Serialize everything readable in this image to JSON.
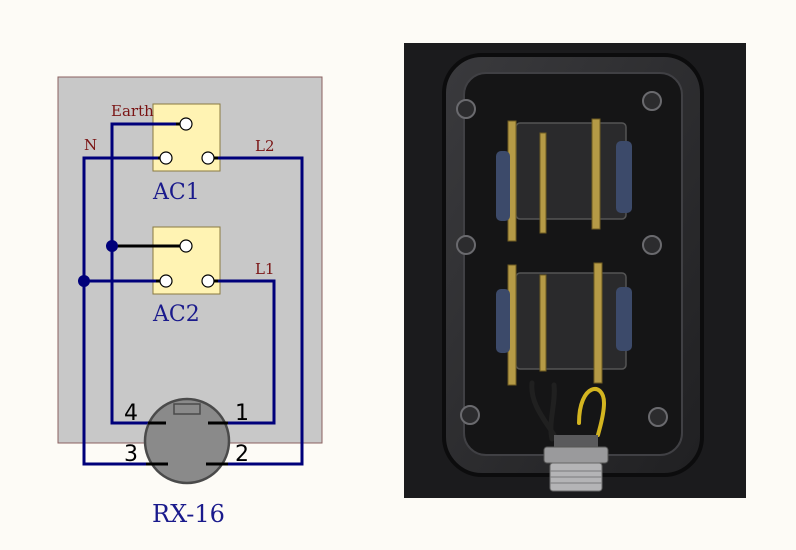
{
  "schematic": {
    "labels": {
      "earth": "Earth",
      "neutral": "N",
      "l2": "L2",
      "l1": "L1",
      "ac1": "AC1",
      "ac2": "AC2",
      "connector": "RX-16"
    },
    "pins": {
      "p1": "1",
      "p2": "2",
      "p3": "3",
      "p4": "4"
    }
  },
  "photo": {
    "description_icons": [
      "enclosure-photo"
    ]
  },
  "colors": {
    "wire": "#00007a",
    "net_label": "#7a1414",
    "component_label": "#1a1a8c",
    "panel": "#c8c8c8",
    "socket": "#fff3b3"
  }
}
